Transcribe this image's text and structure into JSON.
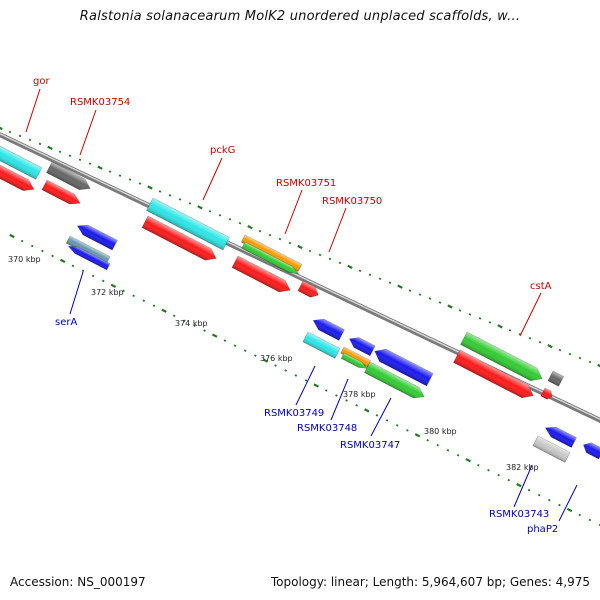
{
  "title": "Ralstonia solanacearum MolK2 unordered unplaced scaffolds, w...",
  "footer": {
    "accession": "Accession: NS_000197",
    "summary": "Topology: linear; Length: 5,964,607 bp; Genes: 4,975"
  },
  "colors": {
    "backbone": "#8c8c8c",
    "tick": "#1f7a1f",
    "forward_label": "#cc0000",
    "reverse_label": "#0000bb",
    "red": "#ff1a1a",
    "cyan": "#2ee6e6",
    "blue": "#1a1aee",
    "green": "#33cc33",
    "orange": "#ff9900",
    "darkgray": "#666666",
    "lightgray": "#c8c8c8",
    "steel": "#6699aa"
  },
  "scale_labels": [
    "370 kbp",
    "372 kbp",
    "374 kbp",
    "376 kbp",
    "378 kbp",
    "380 kbp",
    "382 kbp"
  ],
  "gene_labels_forward": [
    "gor",
    "RSMK03754",
    "pckG",
    "RSMK03751",
    "RSMK03750",
    "cstA"
  ],
  "gene_labels_reverse": [
    "serA",
    "RSMK03749",
    "RSMK03748",
    "RSMK03747",
    "RSMK03743",
    "phaP2"
  ]
}
